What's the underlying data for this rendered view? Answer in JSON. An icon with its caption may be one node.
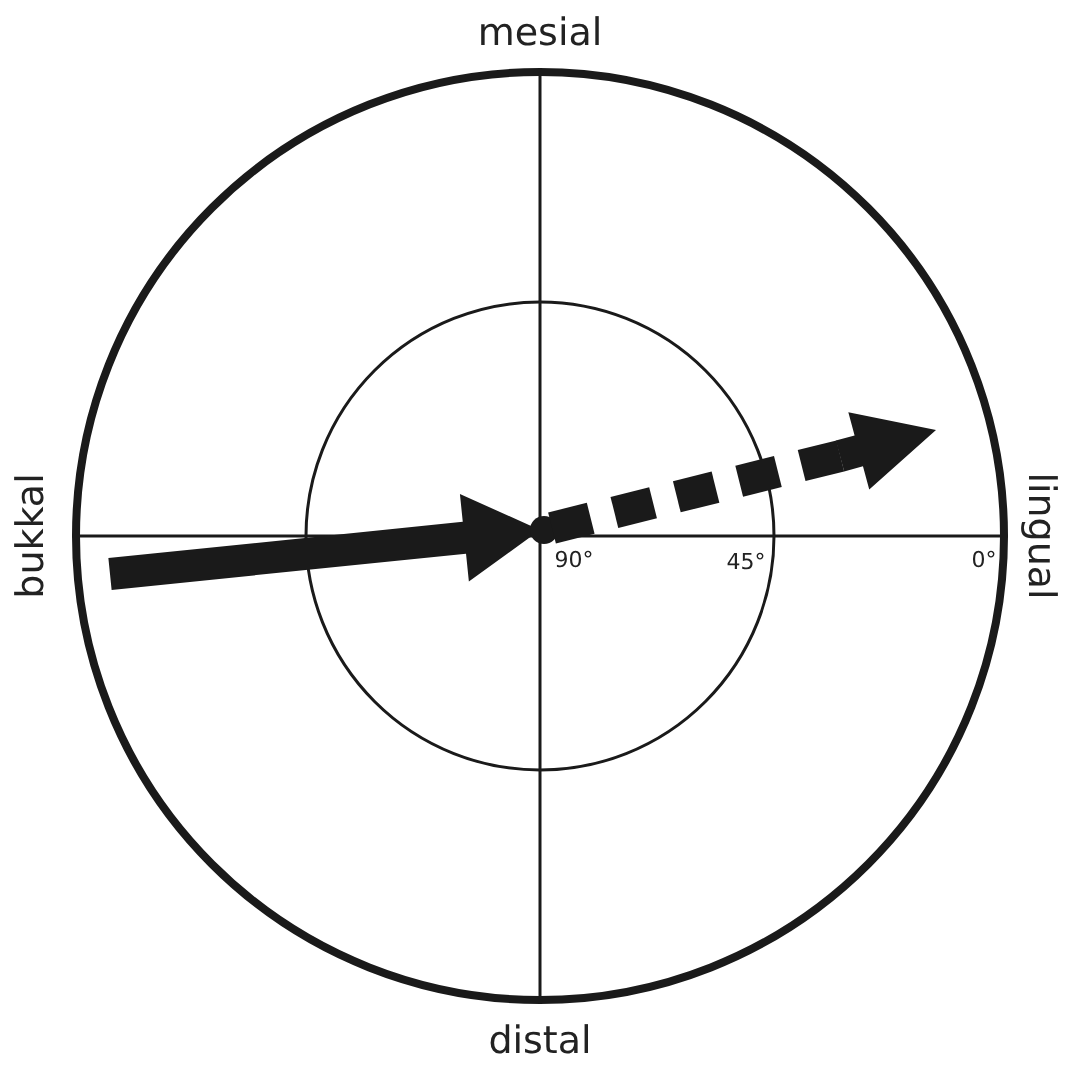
{
  "diagram": {
    "labels": [
      "mesial",
      "bukkal",
      "lingual",
      "90°",
      "45°",
      "0°",
      "distal"
    ]
  }
}
